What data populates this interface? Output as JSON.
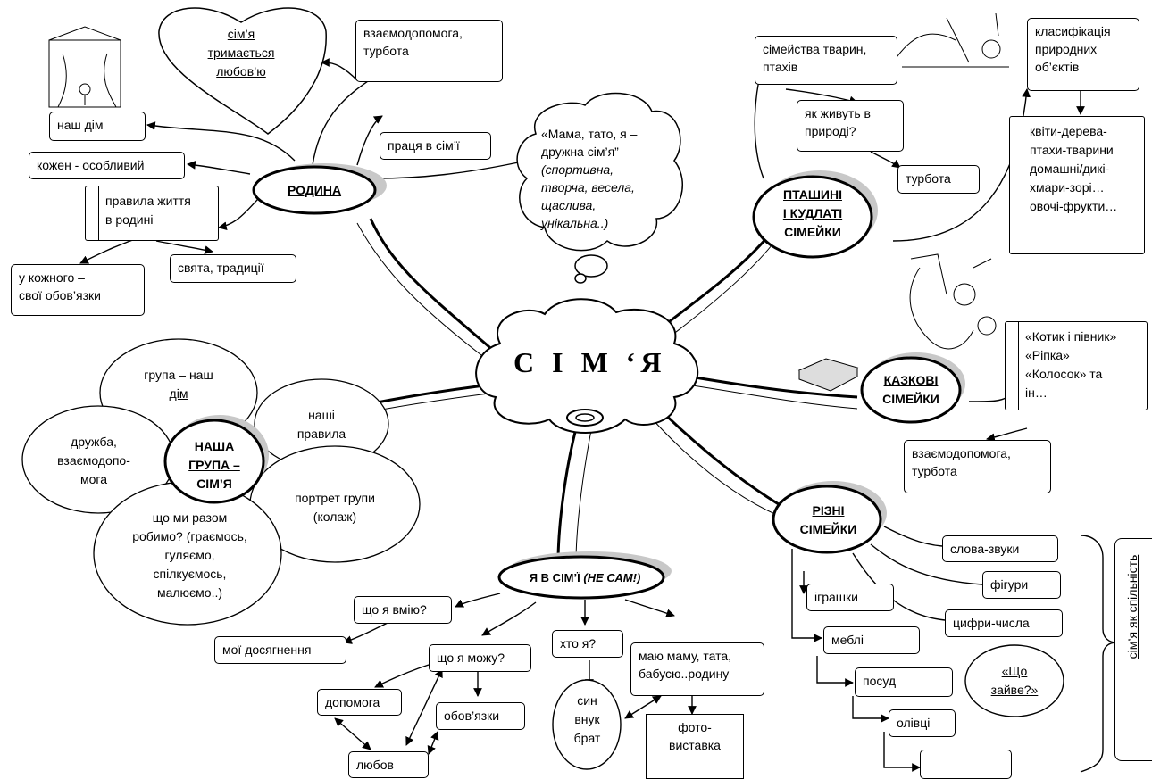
{
  "center": "С І М ‘Я",
  "rodyna": {
    "title": "РОДИНА",
    "heart": [
      "сім’я",
      "тримається",
      "любов’ю"
    ],
    "mutual_help": "взаємодопомога, турбота",
    "our_home": "наш дім",
    "work": "праця в сім’ї",
    "special": "кожен - особливий",
    "rules": [
      "правила життя",
      "в родині"
    ],
    "duties": [
      "у кожного –",
      "свої обов’язки"
    ],
    "holidays": "свята, традиції"
  },
  "thought": {
    "line1": "«Мама, тато, я –",
    "line2": "дружна сім’я”",
    "italic": [
      "(спортивна,",
      "творча, весела,",
      "щаслива,",
      "унікальна..)"
    ]
  },
  "animals": {
    "title": [
      "ПТАШИНІ",
      "І КУДЛАТІ",
      "СІМЕЙКИ"
    ],
    "families": [
      "сімейства тварин,",
      "птахів"
    ],
    "how_live": [
      "як живуть в",
      "природі?"
    ],
    "care": "турбота",
    "classification": [
      "класифікація",
      "природних",
      "об’єктів"
    ],
    "categories": [
      "квіти-дерева-",
      "птахи-тварини",
      "домашні/дикі-",
      "хмари-зорі…",
      "овочі-фрукти…"
    ]
  },
  "fairy": {
    "title": [
      "КАЗКОВІ",
      "СІМЕЙКИ"
    ],
    "tales": [
      "«Котик і півник»",
      "«Ріпка»",
      "«Колосок» та",
      "ін…"
    ],
    "mutual_help": "взаємодопомога, турбота"
  },
  "group": {
    "title": [
      "НАША",
      "ГРУПА –",
      "СІМ’Я"
    ],
    "petals": {
      "home": [
        "група – наш",
        "дім"
      ],
      "rules": [
        "наші",
        "правила"
      ],
      "friendship": [
        "дружба,",
        "взаємодопо-",
        "мога"
      ],
      "portrait": [
        "портрет групи",
        "(колаж)"
      ],
      "together": [
        "що ми разом",
        "робимо? (граємось,",
        "гуляємо,",
        "спілкуємось,",
        "малюємо..)"
      ]
    }
  },
  "self": {
    "title": "Я В СІМ’Ї",
    "title_note": "(НЕ САМ!)",
    "can_do_skill": "що я вмію?",
    "achievements": "мої досягнення",
    "can": "що я можу?",
    "help": "допомога",
    "duties": "обов’язки",
    "love": "любов",
    "who": "хто я?",
    "roles": [
      "син",
      "внук",
      "брат"
    ],
    "have": [
      "маю маму, тата,",
      "бабусю..родину"
    ],
    "exhibit": [
      "фото-",
      "виставка"
    ]
  },
  "diverse": {
    "title": [
      "РІЗНІ",
      "СІМЕЙКИ"
    ],
    "words": "слова-звуки",
    "figures": "фігури",
    "digits": "цифри-числа",
    "toys": "іграшки",
    "furniture": "меблі",
    "dishes": "посуд",
    "pencils": "олівці",
    "odd": [
      "«Що",
      "зайве?»"
    ],
    "vertical": "сім’я як спільність"
  }
}
